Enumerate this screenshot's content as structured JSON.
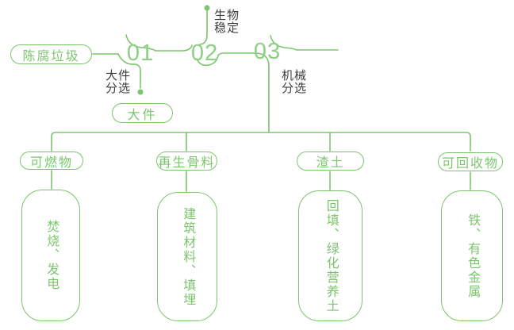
{
  "colors": {
    "line_green": "#7cc56e",
    "number_green": "#8ed083",
    "label_dark": "#3e3e3e",
    "background": "#ffffff"
  },
  "source": {
    "label": "陈腐垃圾"
  },
  "timeline": {
    "steps": [
      {
        "number": "01",
        "label_line1": "大件",
        "label_line2": "分选",
        "output_label": "大件"
      },
      {
        "number": "02",
        "label_line1": "生物",
        "label_line2": "稳定"
      },
      {
        "number": "03",
        "label_line1": "机械",
        "label_line2": "分选"
      }
    ]
  },
  "branches": [
    {
      "category": "可燃物",
      "products": "焚烧、发电"
    },
    {
      "category": "再生骨料",
      "products": "建筑材料、填埋"
    },
    {
      "category": "渣土",
      "products": "回填、绿化营养土"
    },
    {
      "category": "可回收物",
      "products": "铁、有色金属"
    }
  ]
}
